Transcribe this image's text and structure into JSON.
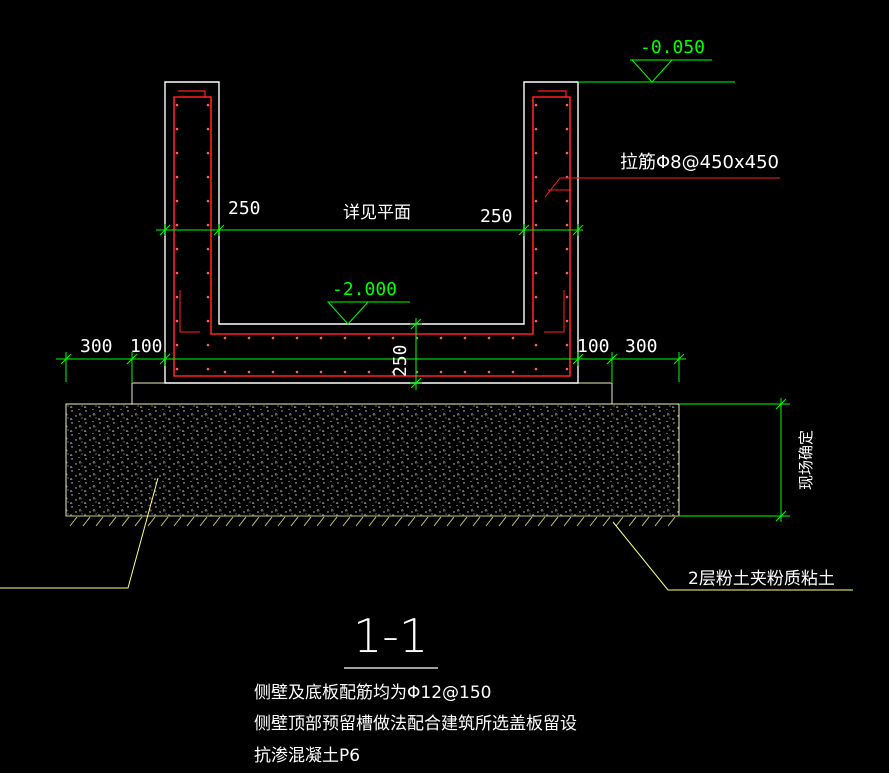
{
  "drawing": {
    "section_label": "1-1",
    "levels": {
      "top": "-0.050",
      "bottom": "-2.000"
    },
    "tie_bar_note": "拉筋Φ8@450x450",
    "plan_ref": "详见平面",
    "dimensions": {
      "wall_left": "250",
      "wall_right": "250",
      "slab": "250",
      "left_outer": "300",
      "left_inner": "100",
      "right_inner": "100",
      "right_outer": "300",
      "foundation_depth": "现场确定"
    },
    "soil_label": "2层粉土夹粉质粘土",
    "notes": [
      "侧壁及底板配筋均为Φ12@150",
      "侧壁顶部预留槽做法配合建筑所选盖板留设",
      "抗渗混凝土P6"
    ],
    "colors": {
      "background": "#000000",
      "outline": "#ffffff",
      "rebar": "#ff2020",
      "dimension": "#00ff00",
      "concrete": "#f0f0b0",
      "leader": "#ffff80",
      "text": "#ffffff"
    }
  }
}
